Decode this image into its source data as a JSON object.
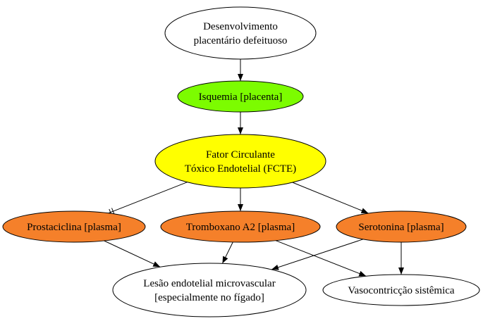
{
  "colors": {
    "green": "#7CFC00",
    "yellow": "#FFFF00",
    "orange": "#F5802A",
    "white": "#FFFFFF",
    "stroke": "#000000"
  },
  "nodes": {
    "desenvolvimento": {
      "lines": [
        "Desenvolvimento",
        "placentário defeituoso"
      ],
      "fill": "white"
    },
    "isquemia": {
      "lines": [
        "Isquemia [placenta]"
      ],
      "fill": "green"
    },
    "fcte": {
      "lines": [
        "Fator Circulante",
        "Tóxico Endotelial (FCTE)"
      ],
      "fill": "yellow"
    },
    "prostaciclina": {
      "lines": [
        "Prostaciclina [plasma]"
      ],
      "fill": "orange"
    },
    "tromboxano": {
      "lines": [
        "Tromboxano A2 [plasma]"
      ],
      "fill": "orange"
    },
    "serotonina": {
      "lines": [
        "Serotonina [plasma]"
      ],
      "fill": "orange"
    },
    "lesao": {
      "lines": [
        "Lesão endotelial microvascular",
        "[especialmente no fígado]"
      ],
      "fill": "white"
    },
    "vasoconstricao": {
      "lines": [
        "Vasocontricção sistêmica"
      ],
      "fill": "white"
    }
  },
  "edges": [
    {
      "from": "desenvolvimento",
      "to": "isquemia",
      "type": "increase"
    },
    {
      "from": "isquemia",
      "to": "fcte",
      "type": "increase"
    },
    {
      "from": "fcte",
      "to": "prostaciclina",
      "type": "inhibit"
    },
    {
      "from": "fcte",
      "to": "tromboxano",
      "type": "increase"
    },
    {
      "from": "fcte",
      "to": "serotonina",
      "type": "increase"
    },
    {
      "from": "prostaciclina",
      "to": "lesao",
      "type": "increase"
    },
    {
      "from": "tromboxano",
      "to": "lesao",
      "type": "increase"
    },
    {
      "from": "tromboxano",
      "to": "vasoconstricao",
      "type": "increase"
    },
    {
      "from": "serotonina",
      "to": "lesao",
      "type": "increase"
    },
    {
      "from": "serotonina",
      "to": "vasoconstricao",
      "type": "increase"
    }
  ]
}
